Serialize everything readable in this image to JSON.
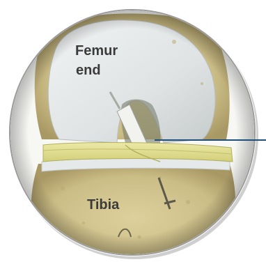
{
  "labels": {
    "femur_line1": "Femur",
    "femur_line2": "end",
    "tibia": "Tibia"
  },
  "colors": {
    "background": "#ffffff",
    "cartilage": "#dfe3e4",
    "bone": "#cfc18b",
    "meniscus": "#ddd98a",
    "pointer_line": "#1f4f7a",
    "label_text": "#3b3b3b"
  }
}
